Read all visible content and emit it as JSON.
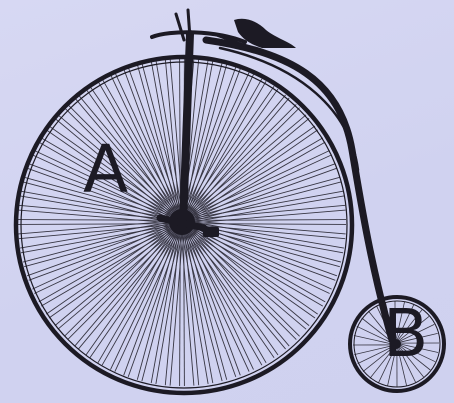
{
  "image": {
    "subject": "penny-farthing-bicycle",
    "background_color": "#d2d4f1",
    "ink_color": "#1c1a24"
  },
  "labels": {
    "front_wheel": "A",
    "rear_wheel": "B"
  }
}
